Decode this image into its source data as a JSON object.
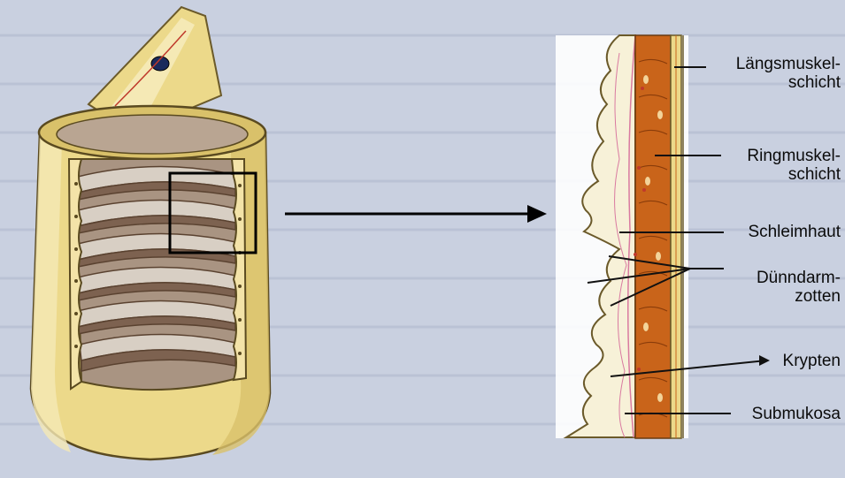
{
  "labels": {
    "laengsmuskel": {
      "line1": "Längsmuskel-",
      "line2": "schicht"
    },
    "ringmuskel": {
      "line1": "Ringmuskel-",
      "line2": "schicht"
    },
    "schleimhaut": {
      "text": "Schleimhaut"
    },
    "zotten": {
      "line1": "Dünndarm-",
      "line2": "zotten"
    },
    "krypten": {
      "text": "Krypten"
    },
    "submukosa": {
      "text": "Submukosa"
    }
  },
  "colors": {
    "background": "#c9d0e0",
    "tube_outer": "#ecd98a",
    "tube_rim": "#d9c16a",
    "tube_inner": "#a99482",
    "fold_light": "#d8cfc4",
    "fold_dark": "#7d6250",
    "mucosa": "#f7f1d8",
    "muscle_ring": "#c9641a",
    "muscle_long": "#ecd98a",
    "mesentery_nucleus": "#1a2a5c",
    "vessel": "#c0392b",
    "line": "#111111"
  }
}
